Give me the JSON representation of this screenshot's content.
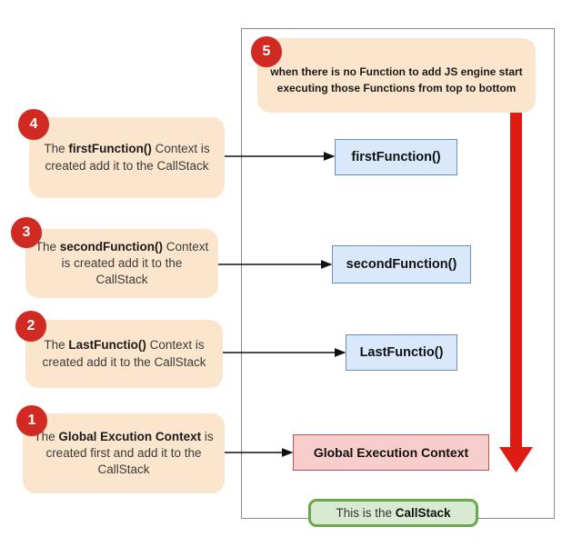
{
  "colors": {
    "peach": "#fce5cd",
    "badge_red": "#d02a22",
    "arrow_red": "#dd1d13",
    "blue_fill": "#dae8fc",
    "blue_border": "#6c8ebf",
    "pink_fill": "#f8cecc",
    "pink_border": "#b85450",
    "green_fill": "#d9ead3",
    "green_border": "#6aa84f",
    "frame_border": "#8a8a8a",
    "text_dark": "#3b3b3b"
  },
  "steps": [
    {
      "number": "1",
      "pre": "The ",
      "bold": "Global Excution Context",
      "post": " is created first and add it to the CallStack"
    },
    {
      "number": "2",
      "pre": "The ",
      "bold": "LastFunctio()",
      "post": " Context is created add it to the CallStack"
    },
    {
      "number": "3",
      "pre": "The ",
      "bold": "secondFunction()",
      "post": " Context is created add it to the CallStack"
    },
    {
      "number": "4",
      "pre": "The ",
      "bold": "firstFunction()",
      "post": " Context is created add it to the CallStack"
    },
    {
      "number": "5",
      "pre": "",
      "bold": "when there is no Function to add JS engine start executing those Functions from top to bottom",
      "post": ""
    }
  ],
  "stack": {
    "boxes": [
      {
        "label": "firstFunction()"
      },
      {
        "label": "secondFunction()"
      },
      {
        "label": "LastFunctio()"
      },
      {
        "label": "Global Execution Context"
      }
    ]
  },
  "footer": {
    "pre": "This is the ",
    "bold": "CallStack"
  }
}
